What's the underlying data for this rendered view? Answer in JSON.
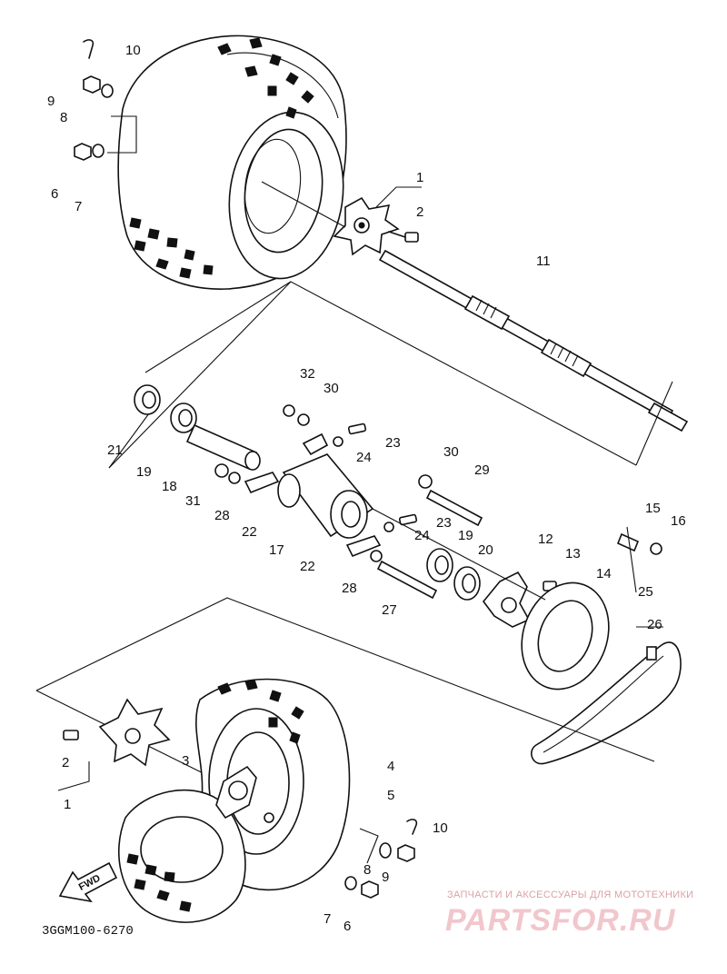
{
  "diagram_code": "3GGM100-6270",
  "fwd_label": "FWD",
  "watermark": {
    "tagline": "ЗАПЧАСТИ И АКСЕССУАРЫ ДЛЯ МОТОТЕХНИКИ",
    "brand": "PARTSFOR.RU"
  },
  "callouts": [
    "1",
    "2",
    "3",
    "4",
    "5",
    "6",
    "7",
    "8",
    "9",
    "10",
    "11",
    "12",
    "13",
    "14",
    "15",
    "16",
    "17",
    "18",
    "19",
    "20",
    "21",
    "22",
    "23",
    "24",
    "25",
    "26",
    "27",
    "28",
    "29",
    "30",
    "31",
    "32"
  ]
}
